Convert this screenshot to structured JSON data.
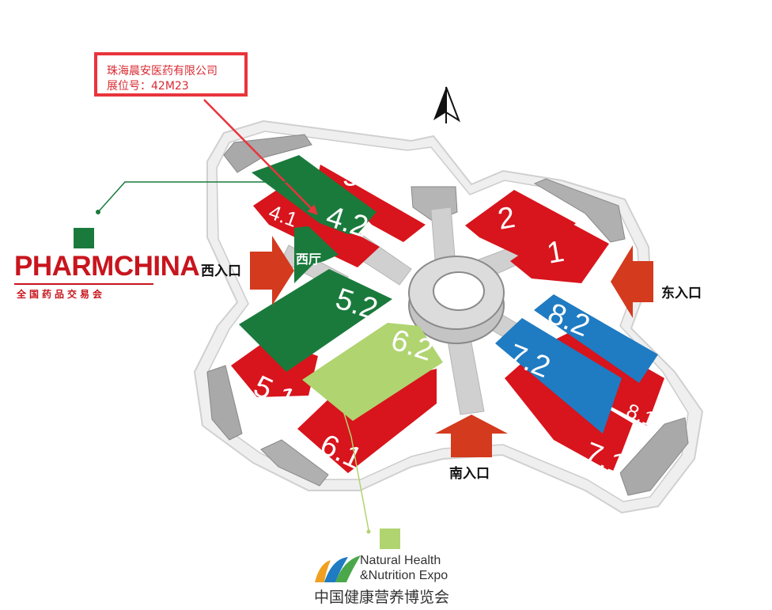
{
  "callout": {
    "company": "珠海晨安医药有限公司",
    "booth": "展位号：42M23"
  },
  "compass": {
    "icon": "north-arrow-icon"
  },
  "halls": {
    "h3": "3",
    "h41": "4.1",
    "h42": "4.2",
    "h2": "2",
    "h1": "1",
    "h51": "5.1",
    "h52": "5.2",
    "h61": "6.1",
    "h62": "6.2",
    "h71": "7.1",
    "h72": "7.2",
    "h81": "8.1",
    "h82": "8.2"
  },
  "labels": {
    "west_hall": "西厅",
    "west_entrance": "西入口",
    "east_entrance": "东入口",
    "south_entrance": "南入口"
  },
  "pharmchina": {
    "name": "PHARMCHINA",
    "subtitle": "全国药品交易会"
  },
  "nhn": {
    "line1": "Natural Health",
    "line2": "&Nutrition Expo",
    "chinese": "中国健康营养博览会"
  },
  "colors": {
    "hall_red": "#d8141c",
    "pharmchina_green": "#1a7a3c",
    "nhn_light_green": "#b0d470",
    "hall_blue": "#1f7bc2",
    "callout_red": "#e8343c",
    "arrow_red": "#d33a1e"
  }
}
